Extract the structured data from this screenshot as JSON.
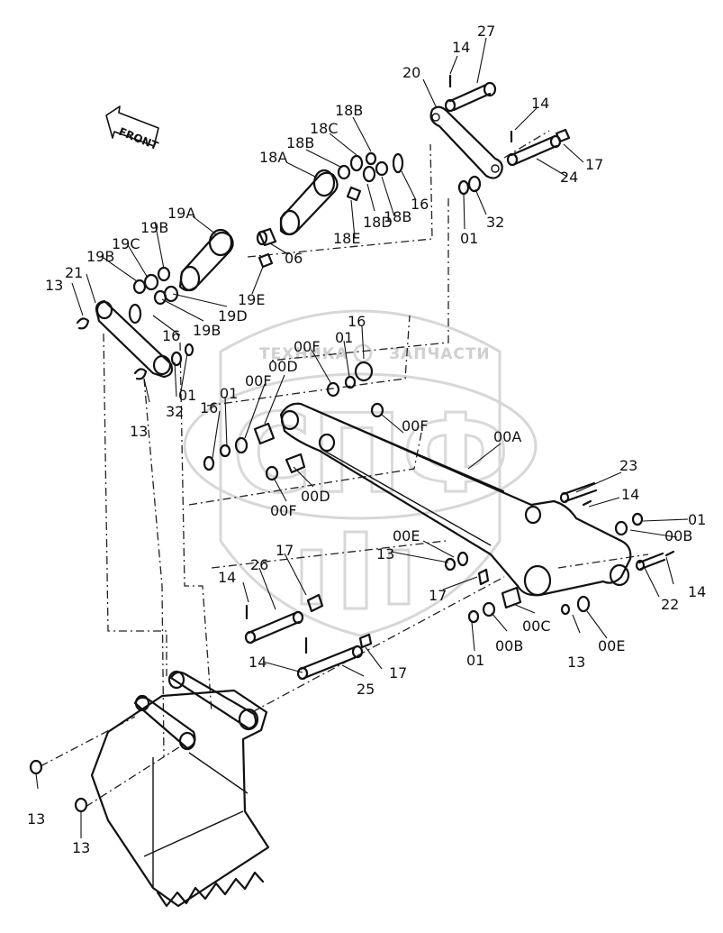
{
  "watermark": {
    "left": "ТЕХНИКА",
    "right": "ЗАПЧАСТИ",
    "letters": "СПФ"
  },
  "direction": "FRONT",
  "labels": {
    "l14a": "14",
    "l27": "27",
    "l20": "20",
    "l14b": "14",
    "l17a": "17",
    "l24": "24",
    "l18b1": "18B",
    "l18c": "18C",
    "l18b2": "18B",
    "l18a": "18A",
    "l16a": "16",
    "l18d": "18D",
    "l18b3": "18B",
    "l18e": "18E",
    "l32a": "32",
    "l01a": "01",
    "l19a": "19A",
    "l19b1": "19B",
    "l19c": "19C",
    "l19b2": "19B",
    "l06": "06",
    "l21": "21",
    "l13a": "13",
    "l19e": "19E",
    "l19d": "19D",
    "l19b3": "19B",
    "l16b": "16",
    "l16c": "16",
    "l01b": "01",
    "l00f1": "00F",
    "l01c": "01",
    "l00f2": "00F",
    "l00d1": "00D",
    "l01d": "01",
    "l32b": "32",
    "l13b": "13",
    "l16d": "16",
    "l00f3": "00F",
    "l00a": "00A",
    "l00d2": "00D",
    "l00f4": "00F",
    "l23": "23",
    "l14c": "14",
    "l01e": "01",
    "l00b1": "00B",
    "l14d": "14",
    "l00e1": "00E",
    "l13c": "13",
    "l17b": "17",
    "l26": "26",
    "l14e": "14",
    "l22": "22",
    "l17c": "17",
    "l00c": "00C",
    "l13d": "13",
    "l00e2": "00E",
    "l01f": "01",
    "l00b2": "00B",
    "l14f": "14",
    "l17d": "17",
    "l25": "25",
    "l13e": "13",
    "l13f": "13"
  }
}
